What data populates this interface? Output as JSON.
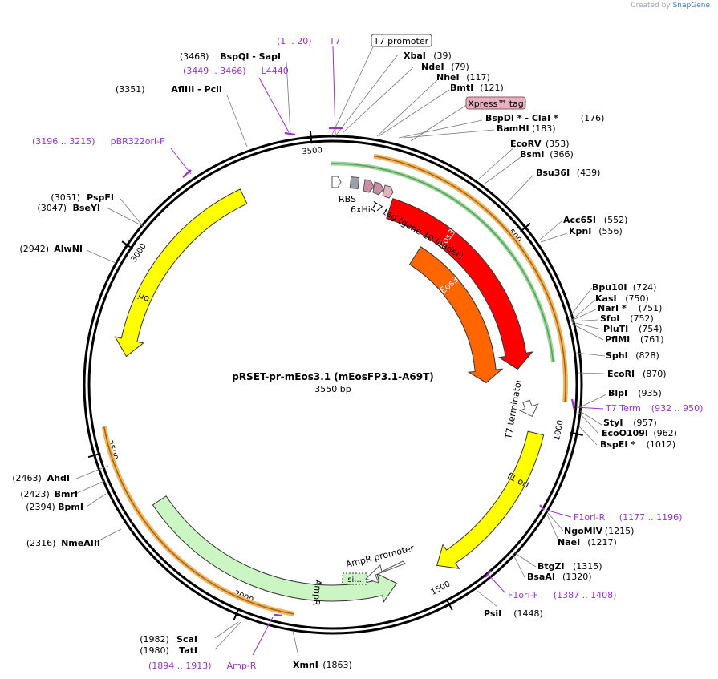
{
  "brand": {
    "prefix": "Created by",
    "name": "SnapGene"
  },
  "plasmid": {
    "name": "pRSET-pr-mEos3.1 (mEosFP3.1-A69T)",
    "length_label": "3550 bp",
    "length": 3550
  },
  "ticks": [
    {
      "pos": 500,
      "label": "500"
    },
    {
      "pos": 1000,
      "label": "1000"
    },
    {
      "pos": 1500,
      "label": "1500"
    },
    {
      "pos": 2000,
      "label": "2000"
    },
    {
      "pos": 2500,
      "label": "2500"
    },
    {
      "pos": 3000,
      "label": "3000"
    },
    {
      "pos": 3500,
      "label": "3500"
    }
  ],
  "features": [
    {
      "name": "mEos3.2",
      "start": 176,
      "end": 840,
      "color": "#ff0000",
      "label_color": "#ffffff"
    },
    {
      "name": "mEos3.1",
      "start": 320,
      "end": 880,
      "color": "#ff6600",
      "label_color": "#ffffff"
    },
    {
      "name": "f1 ori",
      "start": 1020,
      "end": 1480,
      "color": "#ffff00",
      "label_color": "#000000"
    },
    {
      "name": "AmpR",
      "start": 1600,
      "end": 2330,
      "color": "#ccf5c4",
      "label_color": "#000000"
    },
    {
      "name": "ori",
      "start": 2740,
      "end": 3300,
      "color": "#ffff00",
      "label_color": "#000000"
    }
  ],
  "signal_label": "si...",
  "labels": {
    "rbs": "RBS",
    "his": "6xHis",
    "t7tag": "T7 tag (gene 10 leader)",
    "t7term": "T7 terminator",
    "amp_promoter": "AmpR promoter",
    "t7_promoter": "T7 promoter",
    "xpress": "Xpress™ tag"
  },
  "sites_right": [
    {
      "name": "XbaI",
      "pos": "(39)"
    },
    {
      "name": "NdeI",
      "pos": "(79)"
    },
    {
      "name": "NheI",
      "pos": "(117)"
    },
    {
      "name": "BmtI",
      "pos": "(121)"
    },
    {
      "name": "BspDI * - ClaI *",
      "pos": "(176)"
    },
    {
      "name": "BamHI",
      "pos": "(183)"
    },
    {
      "name": "EcoRV",
      "pos": "(353)"
    },
    {
      "name": "BsmI",
      "pos": "(366)"
    },
    {
      "name": "Bsu36I",
      "pos": "(439)"
    },
    {
      "name": "Acc65I",
      "pos": "(552)"
    },
    {
      "name": "KpnI",
      "pos": "(556)"
    },
    {
      "name": "Bpu10I",
      "pos": "(724)"
    },
    {
      "name": "KasI",
      "pos": "(750)"
    },
    {
      "name": "NarI *",
      "pos": "(751)"
    },
    {
      "name": "SfoI",
      "pos": "(752)"
    },
    {
      "name": "PluTI",
      "pos": "(754)"
    },
    {
      "name": "PflMI",
      "pos": "(761)"
    },
    {
      "name": "SphI",
      "pos": "(828)"
    },
    {
      "name": "EcoRI",
      "pos": "(870)"
    },
    {
      "name": "BlpI",
      "pos": "(935)"
    },
    {
      "name": "StyI",
      "pos": "(957)"
    },
    {
      "name": "EcoO109I",
      "pos": "(962)"
    },
    {
      "name": "BspEI *",
      "pos": "(1012)"
    },
    {
      "name": "NgoMIV",
      "pos": "(1215)"
    },
    {
      "name": "NaeI",
      "pos": "(1217)"
    },
    {
      "name": "BtgZI",
      "pos": "(1315)"
    },
    {
      "name": "BsaAI",
      "pos": "(1320)"
    },
    {
      "name": "PsiI",
      "pos": "(1448)"
    },
    {
      "name": "XmnI",
      "pos": "(1863)"
    }
  ],
  "sites_left": [
    {
      "name": "BspQI - SapI",
      "pos": "(3468)"
    },
    {
      "name": "AflIII - PciI",
      "pos": "(3351)"
    },
    {
      "name": "PspFI",
      "pos": "(3051)"
    },
    {
      "name": "BseYI",
      "pos": "(3047)"
    },
    {
      "name": "AlwNI",
      "pos": "(2942)"
    },
    {
      "name": "AhdI",
      "pos": "(2463)"
    },
    {
      "name": "BmrI",
      "pos": "(2423)"
    },
    {
      "name": "BpmI",
      "pos": "(2394)"
    },
    {
      "name": "NmeAIII",
      "pos": "(2316)"
    },
    {
      "name": "ScaI",
      "pos": "(1982)"
    },
    {
      "name": "TatI",
      "pos": "(1980)"
    }
  ],
  "primers": [
    {
      "name": "T7",
      "range": "(1 .. 20)"
    },
    {
      "name": "L4440",
      "range": "(3449 .. 3466)"
    },
    {
      "name": "pBR322ori-F",
      "range": "(3196 .. 3215)"
    },
    {
      "name": "T7 Term",
      "range": "(932 .. 950)"
    },
    {
      "name": "F1ori-R",
      "range": "(1177 .. 1196)"
    },
    {
      "name": "F1ori-F",
      "range": "(1387 .. 1408)"
    },
    {
      "name": "Amp-R",
      "range": "(1894 .. 1913)"
    }
  ],
  "colors": {
    "primer": "#9933cc",
    "backbone": "#000000",
    "orange_outline": "#f5b45a",
    "green_outline": "#4ca64c",
    "xpress": "#e6b0c0"
  }
}
